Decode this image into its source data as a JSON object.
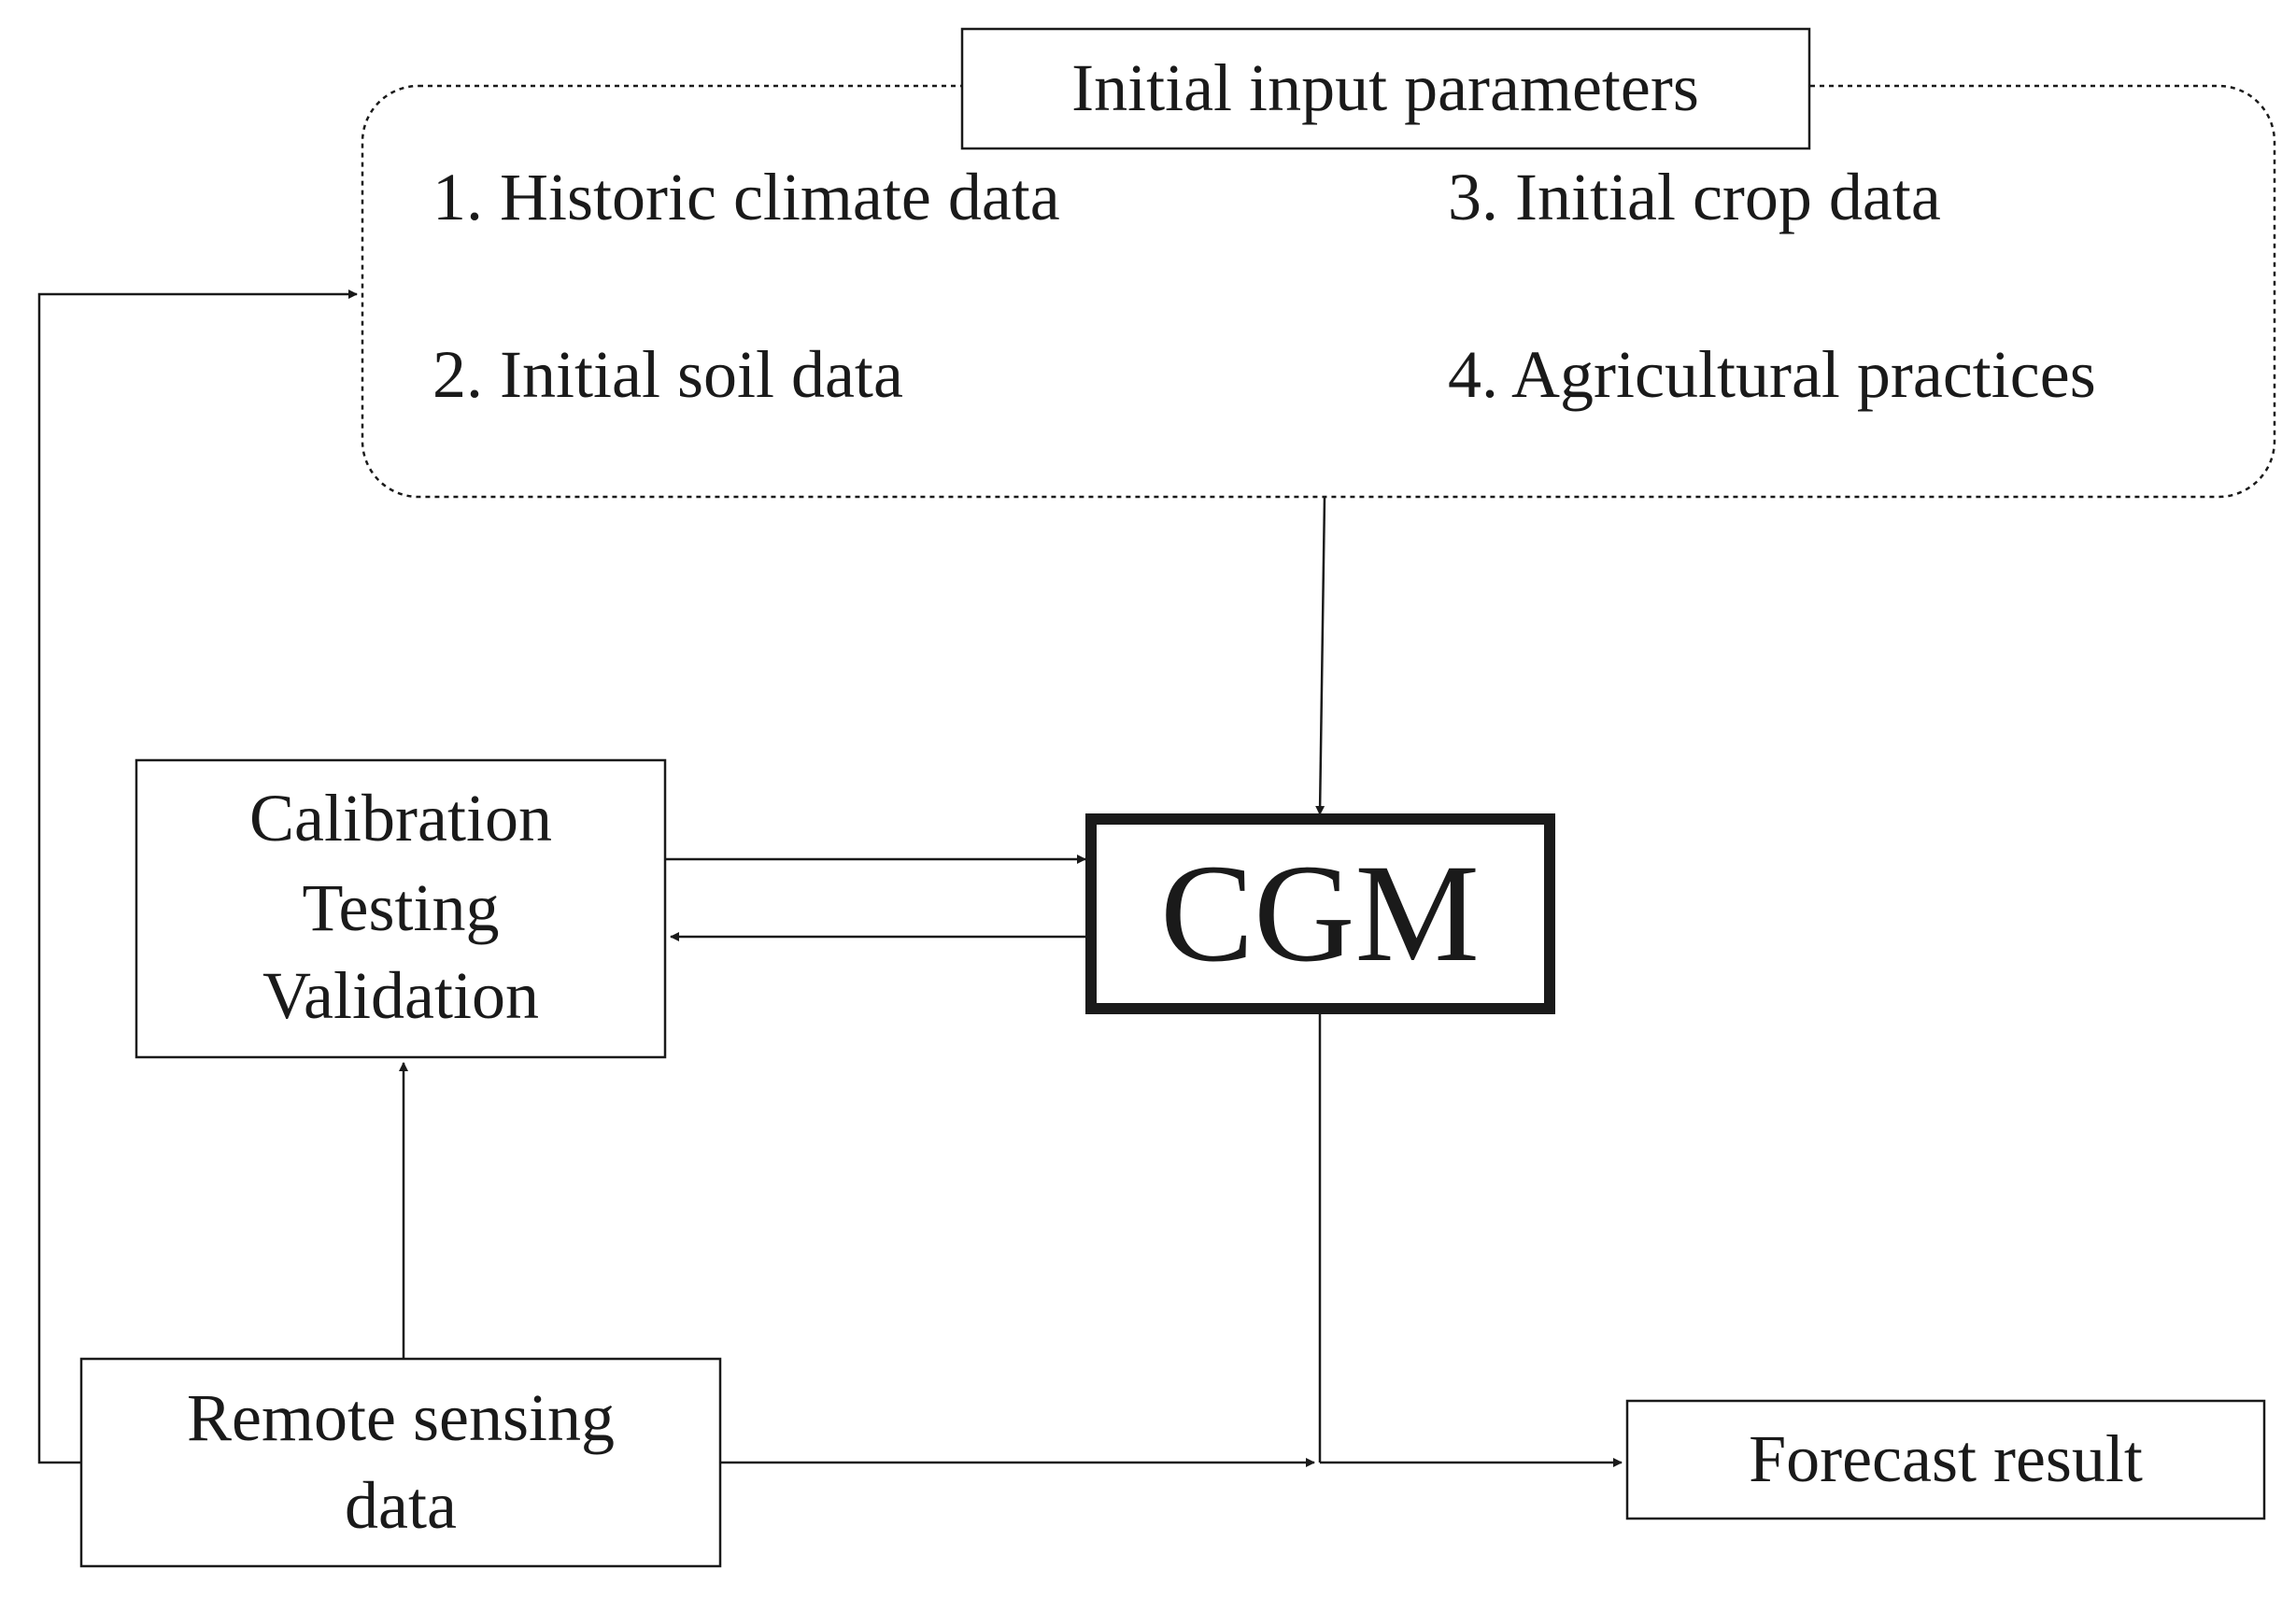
{
  "input_group": {
    "title": "Initial input parameters",
    "items": [
      "1. Historic climate data",
      "2. Initial soil data",
      "3. Initial crop data",
      "4. Agricultural practices"
    ]
  },
  "calibration_box": {
    "lines": [
      "Calibration",
      "Testing",
      "Validation"
    ]
  },
  "model_box": {
    "label": "CGM"
  },
  "remote_sensing_box": {
    "lines": [
      "Remote sensing",
      "data"
    ]
  },
  "forecast_box": {
    "label": "Forecast result"
  },
  "colors": {
    "stroke": "#1a1a1a",
    "background": "#ffffff"
  }
}
